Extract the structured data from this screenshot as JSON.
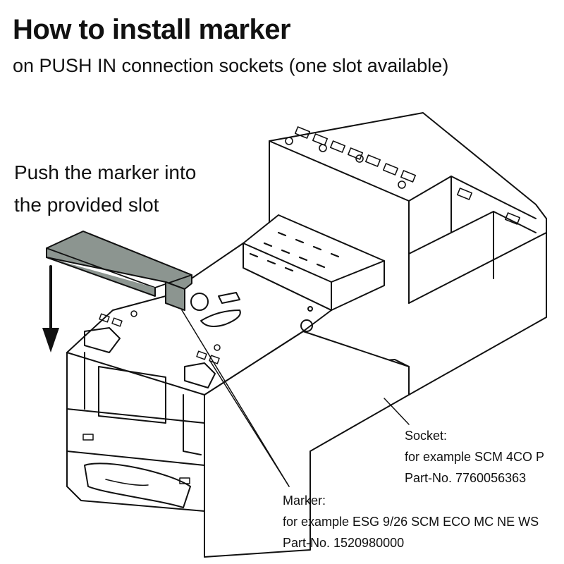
{
  "header": {
    "title": "How to install marker",
    "subtitle": "on PUSH IN connection sockets (one slot available)"
  },
  "instruction": {
    "line1": "Push the marker into",
    "line2": "the provided slot"
  },
  "socket_callout": {
    "label": "Socket:",
    "example": "for example SCM 4CO P",
    "part_no": "Part-No. 7760056363"
  },
  "marker_callout": {
    "label": "Marker:",
    "example": "for example ESG 9/26 SCM ECO MC NE WS",
    "part_no": "Part-No. 1520980000"
  },
  "colors": {
    "marker_fill": "#8c9590",
    "line": "#111111",
    "background": "#ffffff"
  }
}
